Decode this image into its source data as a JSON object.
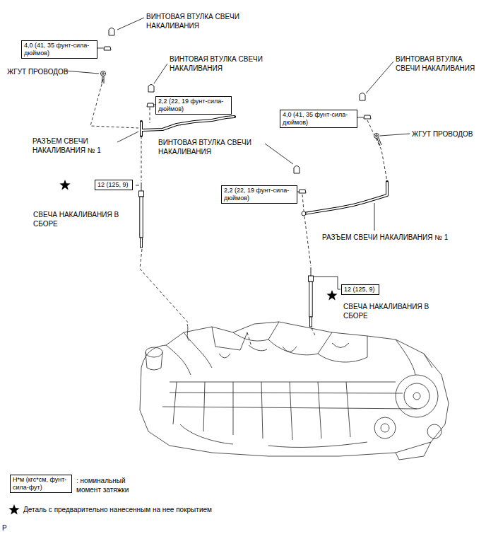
{
  "diagram": {
    "nodes": [
      {
        "text": [
          "4,0 (41, 35 фунт-сила-дюймов)"
        ]
      },
      {
        "text": [
          "2,2 (22, 19 фунт-сила-дюймов)"
        ]
      },
      {
        "text": [
          "4,0 (41, 35 фунт-сила-дюймов)"
        ]
      },
      {
        "text": [
          "12 (125, 9)"
        ]
      },
      {
        "text": [
          "2,2 (22, 19 фунт-сила-дюймов)"
        ]
      },
      {
        "text": [
          "12 (125, 9)"
        ]
      },
      {
        "text": [
          "Н*м (кгс*см, фунт-сила-фут)"
        ]
      }
    ],
    "labels": [
      "ВИНТОВАЯ ВТУЛКА СВЕЧИ НАКАЛИВАНИЯ",
      "ВИНТОВАЯ ВТУЛКА СВЕЧИ НАКАЛИВАНИЯ",
      "ВИНТОВАЯ ВТУЛКА СВЕЧИ НАКАЛИВАНИЯ",
      "ЖГУТ ПРОВОДОВ",
      "ЖГУТ ПРОВОДОВ",
      "РАЗЪЕМ СВЕЧИ НАКАЛИВАНИЯ № 1",
      "ВИНТОВАЯ ВТУЛКА СВЕЧИ НАКАЛИВАНИЯ",
      "СВЕЧА НАКАЛИВАНИЯ В СБОРЕ",
      "РАЗЪЕМ СВЕЧИ НАКАЛИВАНИЯ № 1",
      "СВЕЧА НАКАЛИВАНИЯ В СБОРЕ",
      "P"
    ],
    "legend": [
      {
        "text": ": номинальный момент затяжки"
      },
      {
        "text": "Деталь с предварительно нанесенным на нее покрытием"
      }
    ]
  }
}
